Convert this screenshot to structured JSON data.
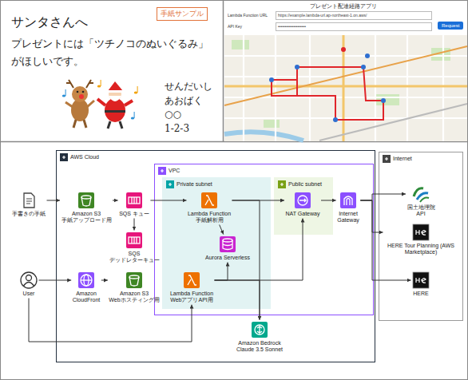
{
  "diagram": {
    "nodes": [
      {
        "text": [
          "AWS Cloud"
        ]
      },
      {
        "text": [
          "VPC"
        ],
        "in": 0
      },
      {
        "text": [
          "Private subnet"
        ],
        "in": 1
      },
      {
        "text": [
          "Public subnet"
        ],
        "in": 1
      },
      {
        "text": [
          "Internet"
        ]
      },
      {
        "text": [
          "手書きの手紙"
        ]
      },
      {
        "text": [
          "Amazon S3",
          "手紙アップロード用"
        ],
        "in": 0
      },
      {
        "text": [
          "SQS キュー"
        ],
        "in": 0
      },
      {
        "text": [
          "SQS",
          "デッドレターキュー"
        ],
        "in": 0
      },
      {
        "text": [
          "Lambda Function",
          "手紙解析用"
        ],
        "in": 2
      },
      {
        "text": [
          "Aurora Serverless"
        ],
        "in": 2
      },
      {
        "text": [
          "NAT Gateway"
        ],
        "in": 3
      },
      {
        "text": [
          "Internet",
          "Gateway"
        ],
        "in": 1
      },
      {
        "text": [
          "国土地理院",
          "API"
        ],
        "in": 4
      },
      {
        "text": [
          "HERE Tour Planning (AWS Marketplace)"
        ],
        "in": 4
      },
      {
        "text": [
          "HERE"
        ],
        "in": 4
      },
      {
        "text": [
          "User"
        ]
      },
      {
        "text": [
          "Amazon",
          "CloudFront"
        ],
        "in": 0
      },
      {
        "text": [
          "Amazon S3",
          "Webホスティング用"
        ],
        "in": 0
      },
      {
        "text": [
          "Lambda Function",
          "WebアプリAPI用"
        ],
        "in": 2
      },
      {
        "text": [
          "Amazon Bedrock",
          "Claude 3.5 Sonnet"
        ],
        "in": 0
      }
    ],
    "edges": [
      {
        "from": 5,
        "to": 6,
        "arrow": "to"
      },
      {
        "from": 6,
        "to": 7,
        "arrow": "to"
      },
      {
        "from": 7,
        "to": 8,
        "arrow": "to"
      },
      {
        "from": 7,
        "to": 9,
        "arrow": "to"
      },
      {
        "from": 9,
        "to": 10,
        "arrow": "to"
      },
      {
        "from": 9,
        "to": 11,
        "arrow": "to"
      },
      {
        "from": 11,
        "to": 12,
        "arrow": "to"
      },
      {
        "from": 12,
        "to": 13,
        "arrow": "to"
      },
      {
        "from": 12,
        "to": 14,
        "arrow": "to"
      },
      {
        "from": 12,
        "to": 15,
        "arrow": "to"
      },
      {
        "from": 9,
        "to": 20,
        "arrow": "to"
      },
      {
        "from": 16,
        "to": 17,
        "arrow": "to"
      },
      {
        "from": 17,
        "to": 18,
        "arrow": "to"
      },
      {
        "from": 16,
        "to": 19,
        "arrow": "to"
      },
      {
        "from": 19,
        "to": 10,
        "arrow": "to"
      },
      {
        "from": 19,
        "to": 11,
        "arrow": "to"
      },
      {
        "from": 19,
        "to": 20,
        "arrow": "to"
      }
    ],
    "labels": [
      "サンタさんへ",
      "手紙サンプル",
      "プレゼントには「ツチノコのぬいぐるみ」がほしいです。",
      "せんだいし",
      "あおばく",
      "○○",
      "1-2-3",
      "プレゼント配達経路アプリ",
      "Lambda Function URL",
      "https://example.lambda-url.ap-northeast-1.on.aws/",
      "API Key",
      "••••••••••••••••••••",
      "Request"
    ]
  }
}
